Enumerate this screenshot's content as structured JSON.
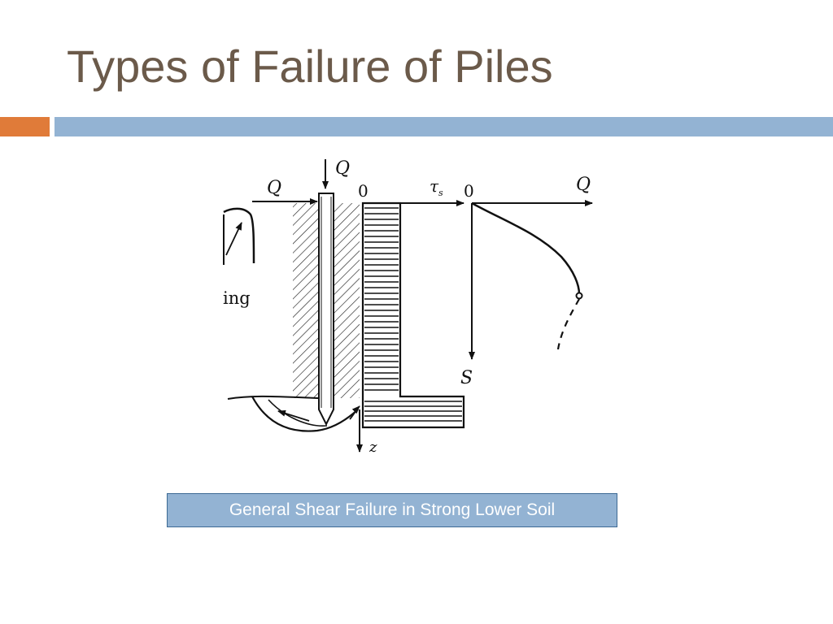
{
  "slide": {
    "title": "Types of Failure of Piles"
  },
  "colors": {
    "title": "#6b5a4a",
    "accent_bar": "#e07b39",
    "rule_bar": "#93b3d3",
    "caption_fill": "#93b3d3",
    "caption_border": "#3d6a94"
  },
  "diagram": {
    "labels": {
      "q_top": "Q",
      "q_left": "Q",
      "zero_mid": "0",
      "tau": "τ",
      "tau_sub": "s",
      "zero_right": "0",
      "q_right": "Q",
      "s_axis": "S",
      "z_axis": "z",
      "cut_text": "ing"
    }
  },
  "caption": {
    "text": "General Shear Failure in Strong Lower Soil"
  }
}
